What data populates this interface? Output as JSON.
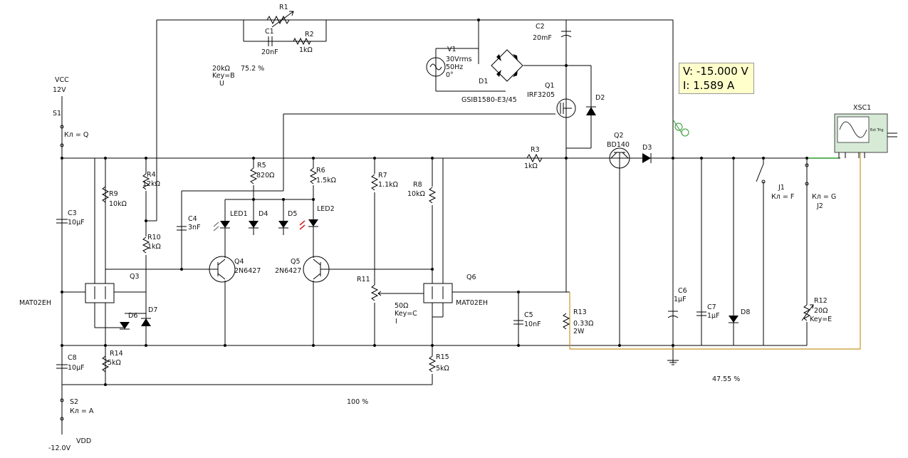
{
  "labels": {
    "r1": "R1",
    "r1_val": "20kΩ",
    "r1_key": "Key=B",
    "r1_pct": "75.2 %",
    "r1_u": "U",
    "c1": "C1",
    "c1_val": "20nF",
    "r2": "R2",
    "r2_val": "1kΩ",
    "vcc": "VCC",
    "vcc_val": "12V",
    "s1": "S1",
    "s1_key": "Кл = Q",
    "v1": "V1",
    "v1_a": "30Vrms",
    "v1_b": "50Hz",
    "v1_c": "0°",
    "d1": "D1",
    "d1_part": "GSIB1580-E3/45",
    "c2": "C2",
    "c2_val": "20mF",
    "q1": "Q1",
    "q1_part": "IRF3205",
    "d2": "D2",
    "q2": "Q2",
    "q2_part": "BD140",
    "d3": "D3",
    "r3": "R3",
    "r3_val": "1kΩ",
    "r4": "R4",
    "r4_val": "12kΩ",
    "r5": "R5",
    "r5_val": "820Ω",
    "r6": "R6",
    "r6_val": "1.5kΩ",
    "r7": "R7",
    "r7_val": "1.1kΩ",
    "r8": "R8",
    "r8_val": "10kΩ",
    "r9": "R9",
    "r9_val": "10kΩ",
    "c3": "C3",
    "c3_val": "10µF",
    "c4": "C4",
    "c4_val": "3nF",
    "led1": "LED1",
    "d4": "D4",
    "d5": "D5",
    "led2": "LED2",
    "r10": "R10",
    "r10_val": "1kΩ",
    "q3": "Q3",
    "mat02_left": "MAT02EH",
    "q4": "Q4",
    "q4_part": "2N6427",
    "q5": "Q5",
    "q5_part": "2N6427",
    "r11": "R11",
    "r11_val": "50Ω",
    "r11_key": "Key=C",
    "r11_i": "I",
    "q6": "Q6",
    "mat02_right": "MAT02EH",
    "d6": "D6",
    "d7": "D7",
    "c5": "C5",
    "c5_val": "10nF",
    "r13": "R13",
    "r13_val": "0.33Ω",
    "r13_w": "2W",
    "c6": "C6",
    "c6_val": "1µF",
    "c7": "C7",
    "c7_val": "1µF",
    "d8": "D8",
    "j1": "J1",
    "j1_key": "Кл = F",
    "j2": "J2",
    "j2_key": "Кл = G",
    "r12": "R12",
    "r12_val": "20Ω",
    "r12_key": "Key=E",
    "xsc1": "XSC1",
    "ext_trig": "Ext Trig",
    "c8": "C8",
    "c8_val": "10µF",
    "r14": "R14",
    "r14_val": "5kΩ",
    "r15": "R15",
    "r15_val": "5kΩ",
    "s2": "S2",
    "s2_key": "Кл = A",
    "vdd": "VDD",
    "vdd_val": "-12.0V",
    "pct_100": "100 %",
    "pct_4755": "47.55 %"
  },
  "probe": {
    "voltage": "V: -15.000 V",
    "current": "I: 1.589 A"
  },
  "colors": {
    "probe_bg": "#ffffcc",
    "trace_orange": "#c8962a",
    "trace_green": "#2e9a2e",
    "led_red": "#d62020",
    "scope_green": "#d6ead6"
  }
}
